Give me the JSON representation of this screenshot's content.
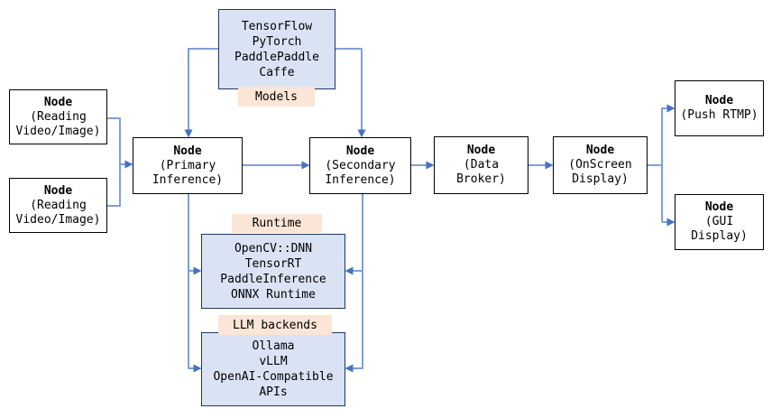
{
  "diagram": {
    "title": "inference pipeline diagram",
    "colors": {
      "background": "#ffffff",
      "node_fill": "#ffffff",
      "node_border": "#000000",
      "group_fill": "#dae3f3",
      "group_border": "#1f3864",
      "label_fill": "#fbe5d6",
      "connector_line": "#7f9fd9",
      "arrowhead": "#4472c4",
      "text": "#000000"
    },
    "nodes": {
      "reading1": {
        "title": "Node",
        "line1": "(Reading",
        "line2": "Video/Image)"
      },
      "reading2": {
        "title": "Node",
        "line1": "(Reading",
        "line2": "Video/Image)"
      },
      "primary": {
        "title": "Node",
        "line1": "(Primary",
        "line2": "Inference)"
      },
      "secondary": {
        "title": "Node",
        "line1": "(Secondary",
        "line2": "Inference)"
      },
      "data_broker": {
        "title": "Node",
        "line1": "(Data",
        "line2": "Broker)"
      },
      "onscreen": {
        "title": "Node",
        "line1": "(OnScreen",
        "line2": "Display)"
      },
      "push_rtmp": {
        "title": "Node",
        "line1": "(Push RTMP)"
      },
      "gui": {
        "title": "Node",
        "line1": "(GUI",
        "line2": "Display)"
      }
    },
    "groups": {
      "models": {
        "label": "Models",
        "items": [
          "TensorFlow",
          "PyTorch",
          "PaddlePaddle",
          "Caffe"
        ]
      },
      "runtime": {
        "label": "Runtime",
        "items": [
          "OpenCV::DNN",
          "TensorRT",
          "PaddleInference",
          "ONNX Runtime"
        ]
      },
      "llm": {
        "label": "LLM backends",
        "items": [
          "Ollama",
          "vLLM",
          "OpenAI-Compatible",
          "APIs"
        ]
      }
    }
  }
}
